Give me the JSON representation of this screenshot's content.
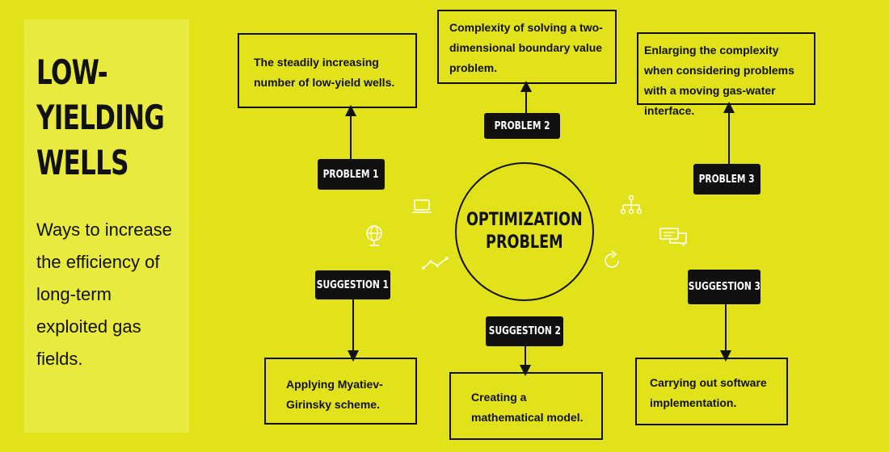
{
  "sidebar": {
    "title": "LOW-\nYIELDING\nWELLS",
    "subtitle": "Ways to increase the efficiency of long-term exploited gas fields."
  },
  "center": {
    "label": "OPTIMIZATION\nPROBLEM"
  },
  "problems": [
    {
      "tag": "PROBLEM 1",
      "text": "The steadily  increasing number of low-yield wells."
    },
    {
      "tag": "PROBLEM 2",
      "text": "Complexity of solving a two-dimensional boundary value problem."
    },
    {
      "tag": "PROBLEM 3",
      "text": "Enlarging the complexity when considering problems with a moving gas-water interface."
    }
  ],
  "suggestions": [
    {
      "tag": "SUGGESTION 1",
      "text": "Applying Myatiev-Girinsky scheme."
    },
    {
      "tag": "SUGGESTION 2",
      "text": "Creating a mathematical model."
    },
    {
      "tag": "SUGGESTION 3",
      "text": "Carrying out software implementation."
    }
  ],
  "icons": [
    "laptop-icon",
    "org-chart-icon",
    "globe-icon",
    "chat-icon",
    "trend-line-icon",
    "refresh-icon"
  ],
  "colors": {
    "background": "#e2e21b",
    "panel": "#e9ea3e",
    "ink": "#111111",
    "icon": "#ffffff"
  }
}
